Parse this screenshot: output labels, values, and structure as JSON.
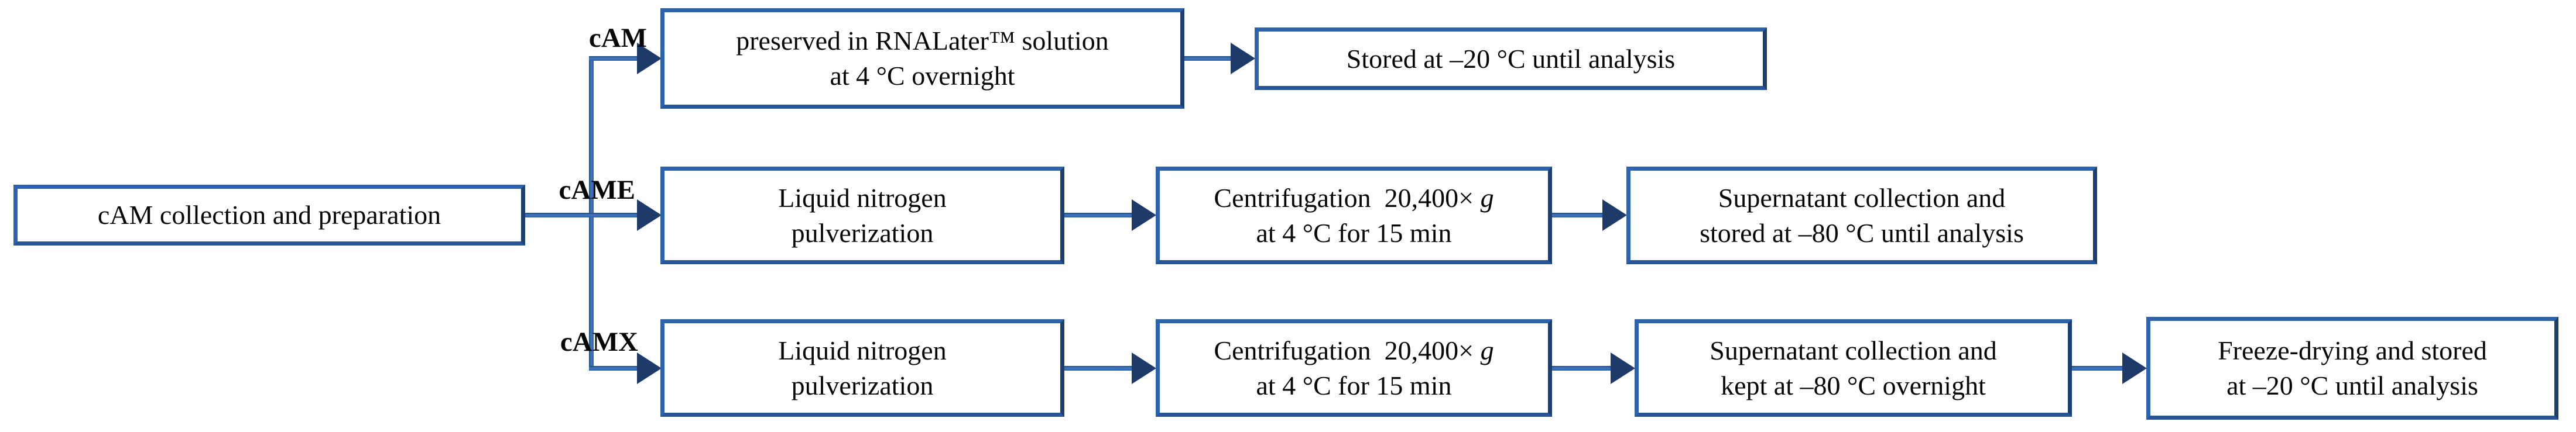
{
  "figure_type": "flow-diagram",
  "colors": {
    "box_border": "#2d63ad",
    "box_fill": "#ffffff",
    "connector_line": "#2d63ad",
    "arrowhead": "#1e3a68",
    "text": "#070707"
  },
  "diagram": {
    "root": {
      "label": "cAM collection and preparation"
    },
    "branches": [
      {
        "label": "cAM",
        "boxes": [
          {
            "lines": [
              "preserved in RNALater™ solution",
              "at 4 °C overnight"
            ]
          },
          {
            "lines": [
              "Stored at –20 °C until analysis"
            ]
          }
        ]
      },
      {
        "label": "cAME",
        "boxes": [
          {
            "lines": [
              "Liquid nitrogen",
              "pulverization"
            ]
          },
          {
            "pre": "Centrifugation  20,400× ",
            "g": "g",
            "line2": "at 4 °C for 15 min"
          },
          {
            "lines": [
              "Supernatant collection and",
              "stored at –80 °C until analysis"
            ]
          }
        ]
      },
      {
        "label": "cAMX",
        "boxes": [
          {
            "lines": [
              "Liquid nitrogen",
              "pulverization"
            ]
          },
          {
            "pre": "Centrifugation  20,400× ",
            "g": "g",
            "line2": "at 4 °C for 15 min"
          },
          {
            "lines": [
              "Supernatant collection and",
              "kept at –80 °C overnight"
            ]
          },
          {
            "lines": [
              "Freeze-drying and stored",
              "at –20 °C until analysis"
            ]
          }
        ]
      }
    ]
  }
}
